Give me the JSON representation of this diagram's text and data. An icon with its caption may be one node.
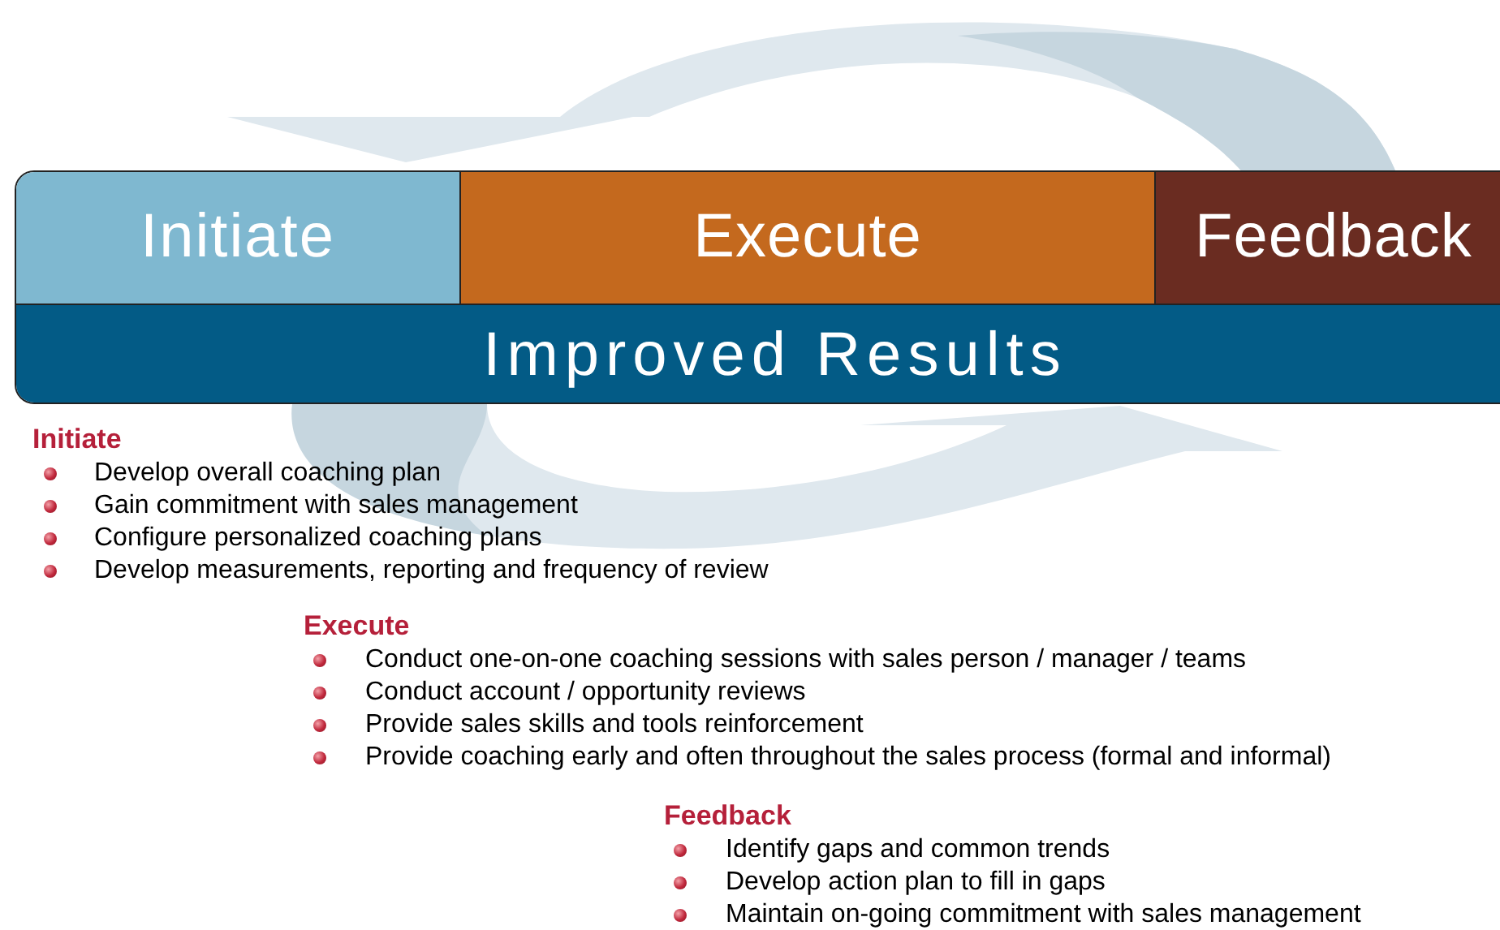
{
  "diagram": {
    "nodes": [
      {
        "text": [
          "Initiate"
        ]
      },
      {
        "text": [
          "Execute"
        ]
      },
      {
        "text": [
          "Feedback"
        ]
      },
      {
        "text": [
          "Improved Results"
        ]
      }
    ],
    "edges": [],
    "labels": [
      "Initiate",
      "Develop overall coaching plan",
      "Gain commitment with sales management",
      "Configure personalized coaching plans",
      "Develop measurements, reporting and frequency of review",
      "Execute",
      "Conduct one-on-one coaching sessions with sales person / manager / teams",
      "Conduct account / opportunity reviews",
      "Provide sales skills and tools reinforcement",
      "Provide coaching early and often throughout the sales process (formal and informal)",
      "Feedback",
      "Identify gaps and common trends",
      "Develop action plan to fill in gaps",
      "Maintain on-going commitment with sales management"
    ]
  }
}
